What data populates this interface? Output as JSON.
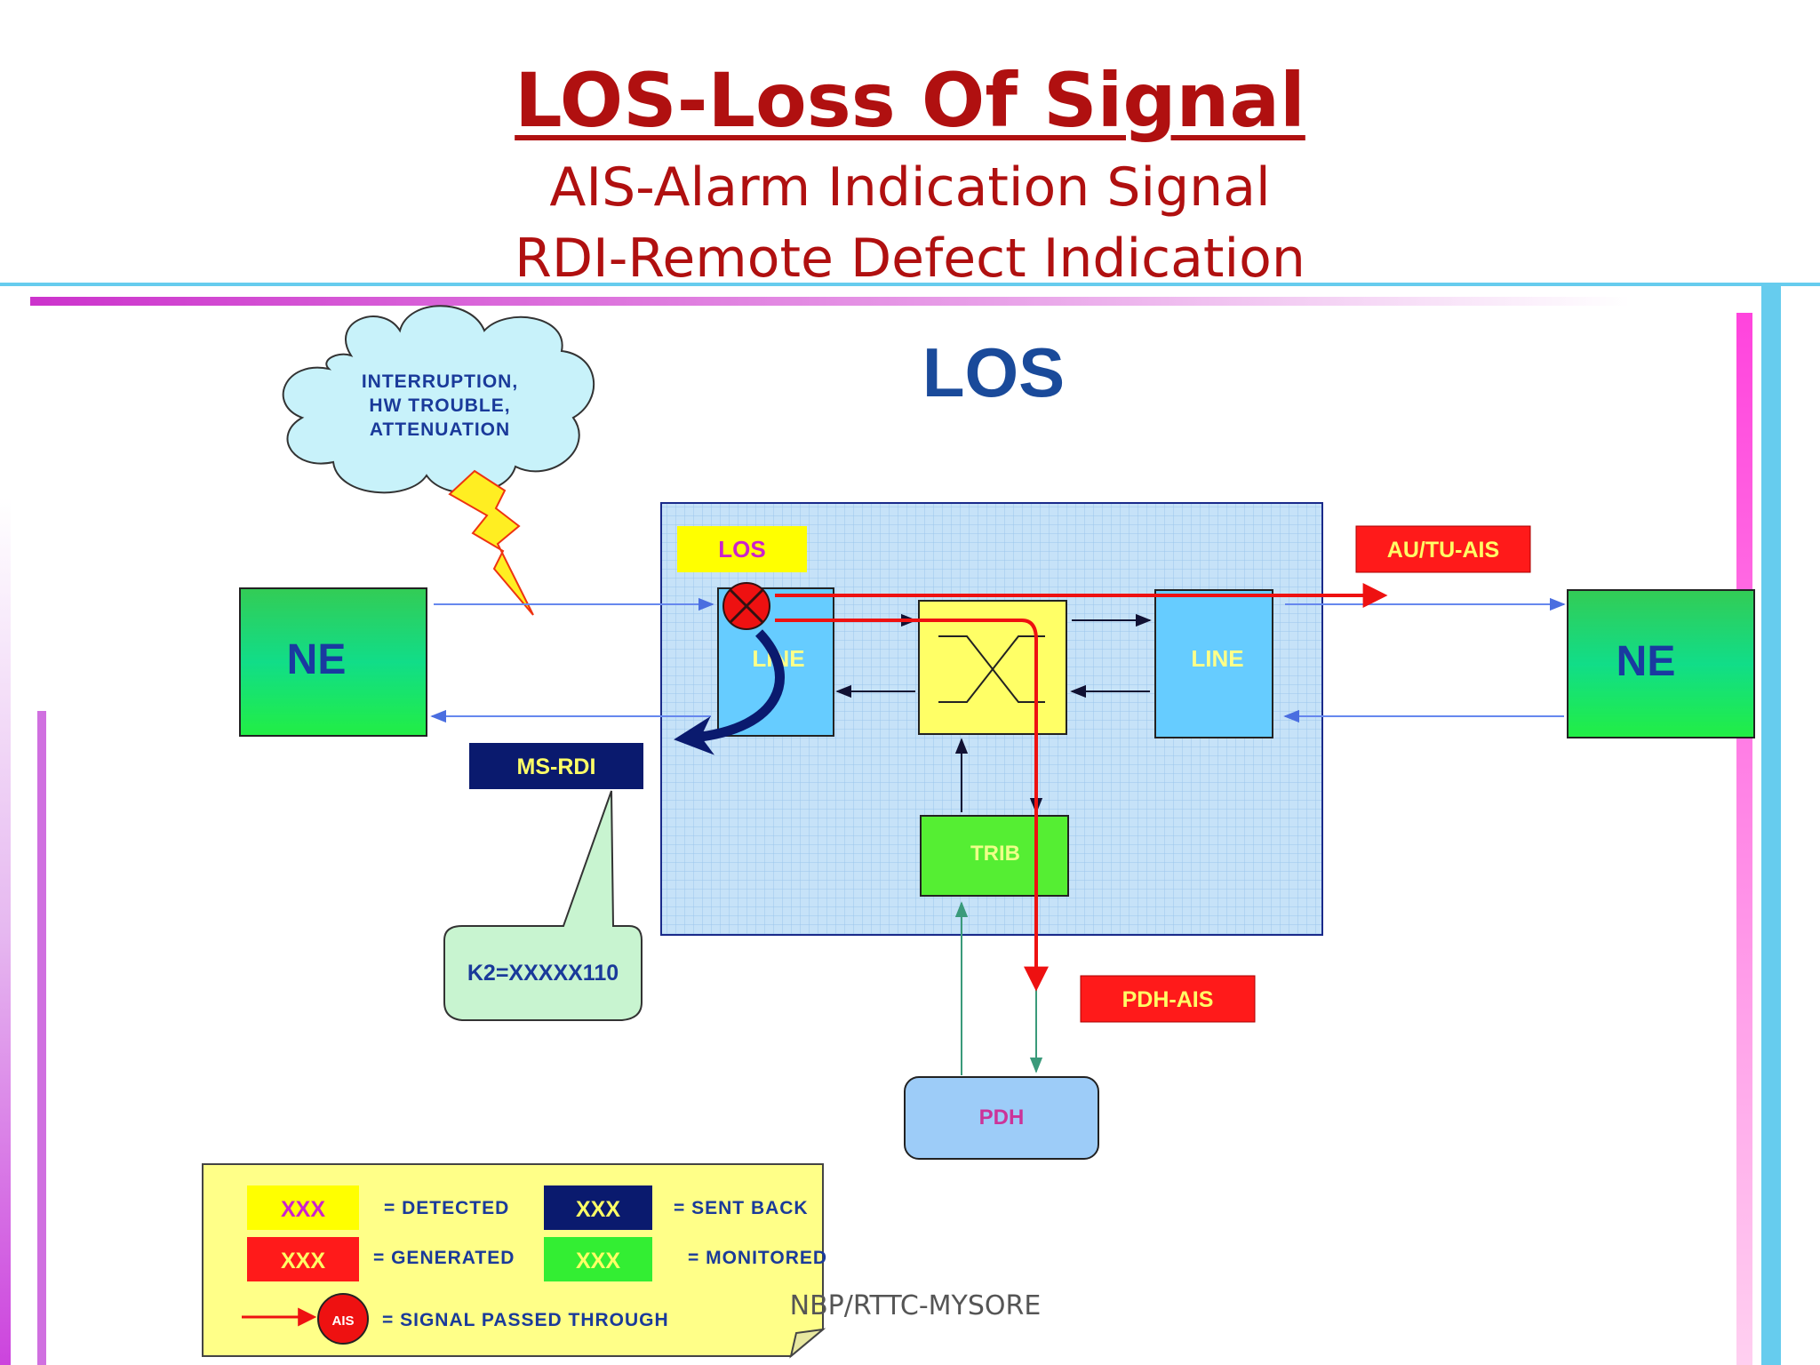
{
  "slide": {
    "title": "LOS-Loss Of Signal",
    "subtitle_1": "AIS-Alarm Indication Signal",
    "subtitle_2": "RDI-Remote Defect Indication",
    "footer": "NBP/RTTC-MYSORE"
  },
  "diagram": {
    "heading": "LOS",
    "cloud_lines": [
      "INTERRUPTION,",
      "HW TROUBLE,",
      "ATTENUATION"
    ],
    "ne_left": "NE",
    "ne_right": "NE",
    "line_left": "LINE",
    "line_right": "LINE",
    "trib": "TRIB",
    "pdh": "PDH",
    "tag_los": "LOS",
    "tag_au_tu_ais": "AU/TU-AIS",
    "tag_ms_rdi": "MS-RDI",
    "tag_pdh_ais": "PDH-AIS",
    "callout_k2": "K2=XXXXX110"
  },
  "legend": {
    "swatch_text": "XXX",
    "detected": "= DETECTED",
    "generated": "= GENERATED",
    "sent_back": "= SENT BACK",
    "monitored": "= MONITORED",
    "ais_badge": "AIS",
    "passed_through": "= SIGNAL PASSED THROUGH"
  },
  "colors": {
    "title_red": "#b01010",
    "detected_yellow": "#ffff00",
    "generated_red": "#ff1a1a",
    "sent_back_navy": "#0a1a6e",
    "monitored_green": "#33ee33",
    "ne_green": "#22dd66",
    "line_blue": "#66ccff",
    "switch_yellow": "#ffff66",
    "signal_red": "#ee1111",
    "grid_blue": "#c6e2f8"
  }
}
